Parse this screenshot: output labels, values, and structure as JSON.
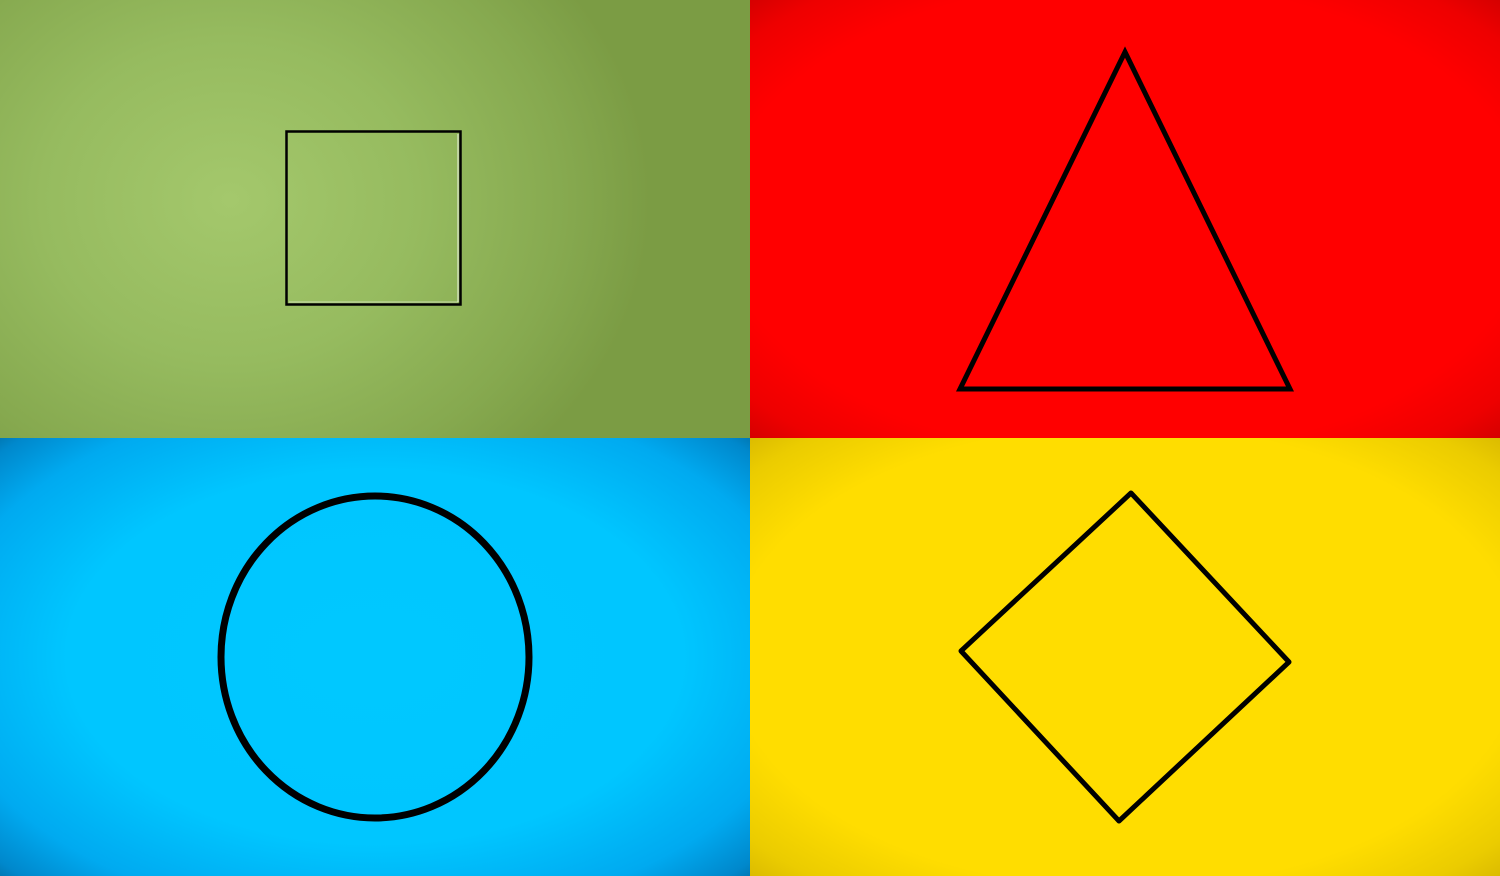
{
  "panels": [
    {
      "id": "green",
      "shape": "square",
      "background": "#96bb5f",
      "stroke": "#000000"
    },
    {
      "id": "red",
      "shape": "triangle",
      "background": "#ff0000",
      "stroke": "#000000"
    },
    {
      "id": "blue",
      "shape": "circle",
      "background": "#00c6ff",
      "stroke": "#000000"
    },
    {
      "id": "yellow",
      "shape": "diamond",
      "background": "#ffdd00",
      "stroke": "#000000"
    }
  ]
}
